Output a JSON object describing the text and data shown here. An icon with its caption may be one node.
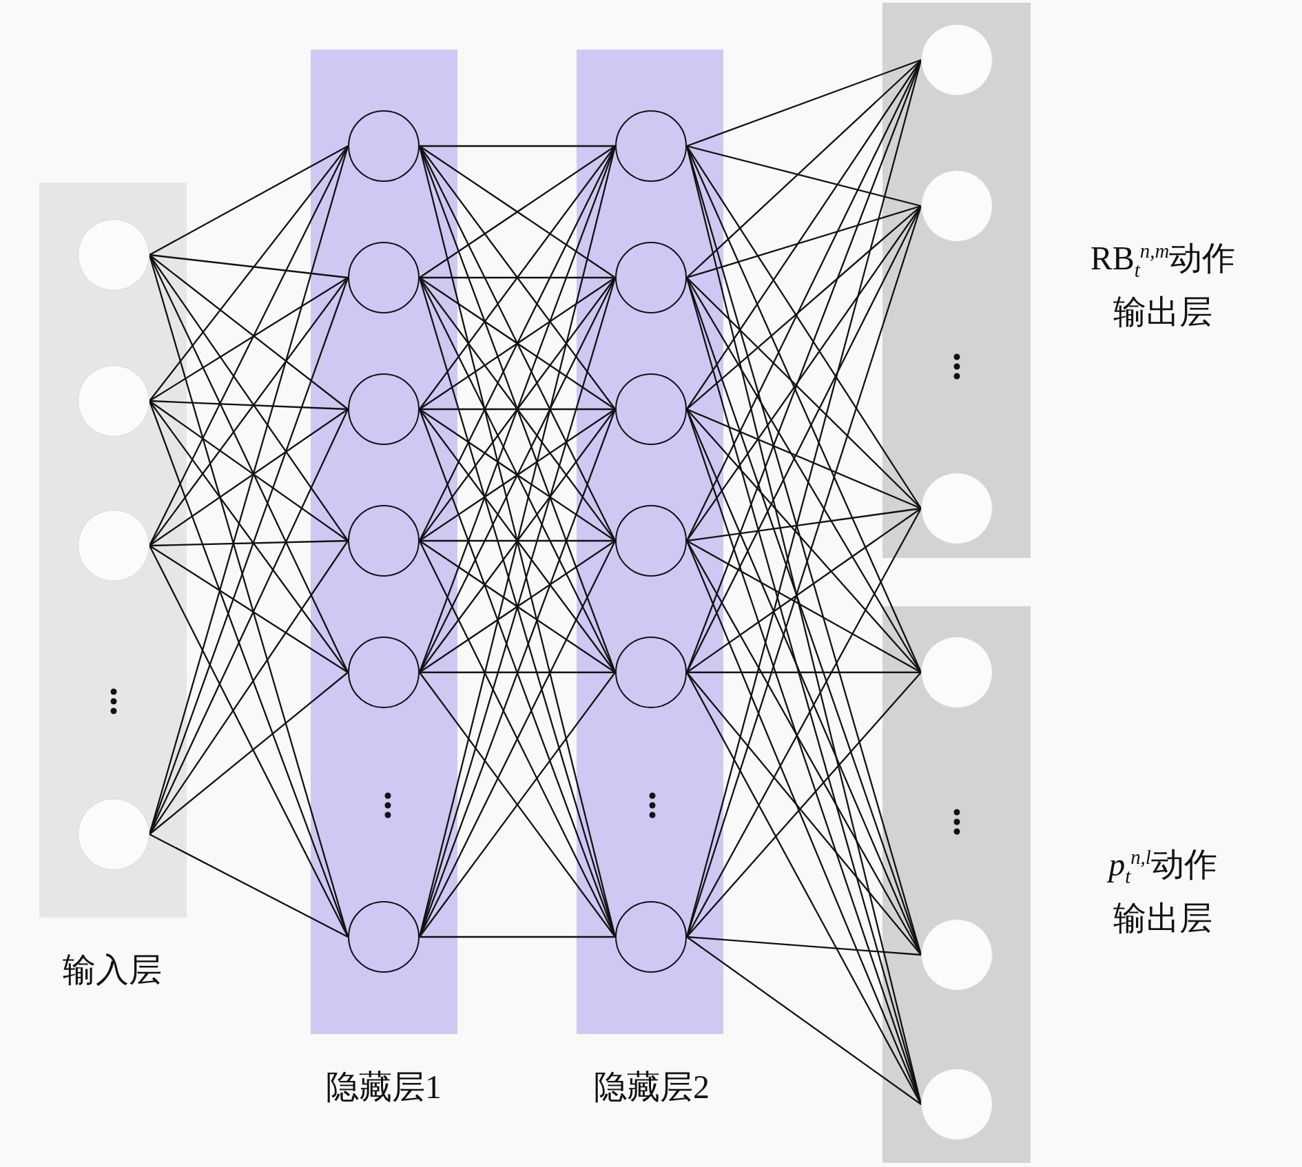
{
  "diagram": {
    "nodes": [
      {
        "text": [
          "输入层"
        ]
      },
      {
        "text": [],
        "shape": "circle",
        "in": 0
      },
      {
        "text": [],
        "shape": "circle",
        "in": 0
      },
      {
        "text": [],
        "shape": "circle",
        "in": 0
      },
      {
        "text": [],
        "shape": "circle",
        "in": 0
      },
      {
        "text": [
          "隐藏层1"
        ]
      },
      {
        "text": [],
        "shape": "circle",
        "in": 5
      },
      {
        "text": [],
        "shape": "circle",
        "in": 5
      },
      {
        "text": [],
        "shape": "circle",
        "in": 5
      },
      {
        "text": [],
        "shape": "circle",
        "in": 5
      },
      {
        "text": [],
        "shape": "circle",
        "in": 5
      },
      {
        "text": [],
        "shape": "circle",
        "in": 5
      },
      {
        "text": [
          "隐藏层2"
        ]
      },
      {
        "text": [],
        "shape": "circle",
        "in": 12
      },
      {
        "text": [],
        "shape": "circle",
        "in": 12
      },
      {
        "text": [],
        "shape": "circle",
        "in": 12
      },
      {
        "text": [],
        "shape": "circle",
        "in": 12
      },
      {
        "text": [],
        "shape": "circle",
        "in": 12
      },
      {
        "text": [],
        "shape": "circle",
        "in": 12
      },
      {
        "text": [
          "RB$_{t}$$^{n,m}$动作",
          "输出层"
        ]
      },
      {
        "text": [],
        "shape": "circle",
        "in": 19
      },
      {
        "text": [],
        "shape": "circle",
        "in": 19
      },
      {
        "text": [],
        "shape": "circle",
        "in": 19
      },
      {
        "text": [
          "*p*$_{t}$$^{n,l}$动作",
          "输出层"
        ]
      },
      {
        "text": [],
        "shape": "circle",
        "in": 23
      },
      {
        "text": [],
        "shape": "circle",
        "in": 23
      },
      {
        "text": [],
        "shape": "circle",
        "in": 23
      }
    ],
    "edges": [
      {
        "from": 1,
        "to": 6,
        "arrow": "none"
      },
      {
        "from": 1,
        "to": 7,
        "arrow": "none"
      },
      {
        "from": 1,
        "to": 8,
        "arrow": "none"
      },
      {
        "from": 1,
        "to": 9,
        "arrow": "none"
      },
      {
        "from": 1,
        "to": 10,
        "arrow": "none"
      },
      {
        "from": 1,
        "to": 11,
        "arrow": "none"
      },
      {
        "from": 2,
        "to": 6,
        "arrow": "none"
      },
      {
        "from": 2,
        "to": 7,
        "arrow": "none"
      },
      {
        "from": 2,
        "to": 8,
        "arrow": "none"
      },
      {
        "from": 2,
        "to": 9,
        "arrow": "none"
      },
      {
        "from": 2,
        "to": 10,
        "arrow": "none"
      },
      {
        "from": 2,
        "to": 11,
        "arrow": "none"
      },
      {
        "from": 3,
        "to": 6,
        "arrow": "none"
      },
      {
        "from": 3,
        "to": 7,
        "arrow": "none"
      },
      {
        "from": 3,
        "to": 8,
        "arrow": "none"
      },
      {
        "from": 3,
        "to": 9,
        "arrow": "none"
      },
      {
        "from": 3,
        "to": 10,
        "arrow": "none"
      },
      {
        "from": 3,
        "to": 11,
        "arrow": "none"
      },
      {
        "from": 4,
        "to": 6,
        "arrow": "none"
      },
      {
        "from": 4,
        "to": 7,
        "arrow": "none"
      },
      {
        "from": 4,
        "to": 8,
        "arrow": "none"
      },
      {
        "from": 4,
        "to": 9,
        "arrow": "none"
      },
      {
        "from": 4,
        "to": 10,
        "arrow": "none"
      },
      {
        "from": 4,
        "to": 11,
        "arrow": "none"
      },
      {
        "from": 6,
        "to": 13,
        "arrow": "none"
      },
      {
        "from": 6,
        "to": 14,
        "arrow": "none"
      },
      {
        "from": 6,
        "to": 15,
        "arrow": "none"
      },
      {
        "from": 6,
        "to": 16,
        "arrow": "none"
      },
      {
        "from": 6,
        "to": 17,
        "arrow": "none"
      },
      {
        "from": 6,
        "to": 18,
        "arrow": "none"
      },
      {
        "from": 7,
        "to": 13,
        "arrow": "none"
      },
      {
        "from": 7,
        "to": 14,
        "arrow": "none"
      },
      {
        "from": 7,
        "to": 15,
        "arrow": "none"
      },
      {
        "from": 7,
        "to": 16,
        "arrow": "none"
      },
      {
        "from": 7,
        "to": 17,
        "arrow": "none"
      },
      {
        "from": 7,
        "to": 18,
        "arrow": "none"
      },
      {
        "from": 8,
        "to": 13,
        "arrow": "none"
      },
      {
        "from": 8,
        "to": 14,
        "arrow": "none"
      },
      {
        "from": 8,
        "to": 15,
        "arrow": "none"
      },
      {
        "from": 8,
        "to": 16,
        "arrow": "none"
      },
      {
        "from": 8,
        "to": 17,
        "arrow": "none"
      },
      {
        "from": 8,
        "to": 18,
        "arrow": "none"
      },
      {
        "from": 9,
        "to": 13,
        "arrow": "none"
      },
      {
        "from": 9,
        "to": 14,
        "arrow": "none"
      },
      {
        "from": 9,
        "to": 15,
        "arrow": "none"
      },
      {
        "from": 9,
        "to": 16,
        "arrow": "none"
      },
      {
        "from": 9,
        "to": 17,
        "arrow": "none"
      },
      {
        "from": 9,
        "to": 18,
        "arrow": "none"
      },
      {
        "from": 10,
        "to": 13,
        "arrow": "none"
      },
      {
        "from": 10,
        "to": 14,
        "arrow": "none"
      },
      {
        "from": 10,
        "to": 15,
        "arrow": "none"
      },
      {
        "from": 10,
        "to": 16,
        "arrow": "none"
      },
      {
        "from": 10,
        "to": 17,
        "arrow": "none"
      },
      {
        "from": 10,
        "to": 18,
        "arrow": "none"
      },
      {
        "from": 11,
        "to": 13,
        "arrow": "none"
      },
      {
        "from": 11,
        "to": 14,
        "arrow": "none"
      },
      {
        "from": 11,
        "to": 15,
        "arrow": "none"
      },
      {
        "from": 11,
        "to": 16,
        "arrow": "none"
      },
      {
        "from": 11,
        "to": 17,
        "arrow": "none"
      },
      {
        "from": 11,
        "to": 18,
        "arrow": "none"
      },
      {
        "from": 13,
        "to": 20,
        "arrow": "none"
      },
      {
        "from": 13,
        "to": 21,
        "arrow": "none"
      },
      {
        "from": 13,
        "to": 22,
        "arrow": "none"
      },
      {
        "from": 13,
        "to": 24,
        "arrow": "none"
      },
      {
        "from": 13,
        "to": 25,
        "arrow": "none"
      },
      {
        "from": 13,
        "to": 26,
        "arrow": "none"
      },
      {
        "from": 14,
        "to": 20,
        "arrow": "none"
      },
      {
        "from": 14,
        "to": 21,
        "arrow": "none"
      },
      {
        "from": 14,
        "to": 22,
        "arrow": "none"
      },
      {
        "from": 14,
        "to": 24,
        "arrow": "none"
      },
      {
        "from": 14,
        "to": 25,
        "arrow": "none"
      },
      {
        "from": 14,
        "to": 26,
        "arrow": "none"
      },
      {
        "from": 15,
        "to": 20,
        "arrow": "none"
      },
      {
        "from": 15,
        "to": 21,
        "arrow": "none"
      },
      {
        "from": 15,
        "to": 22,
        "arrow": "none"
      },
      {
        "from": 15,
        "to": 24,
        "arrow": "none"
      },
      {
        "from": 15,
        "to": 25,
        "arrow": "none"
      },
      {
        "from": 15,
        "to": 26,
        "arrow": "none"
      },
      {
        "from": 16,
        "to": 20,
        "arrow": "none"
      },
      {
        "from": 16,
        "to": 21,
        "arrow": "none"
      },
      {
        "from": 16,
        "to": 22,
        "arrow": "none"
      },
      {
        "from": 16,
        "to": 24,
        "arrow": "none"
      },
      {
        "from": 16,
        "to": 25,
        "arrow": "none"
      },
      {
        "from": 16,
        "to": 26,
        "arrow": "none"
      },
      {
        "from": 17,
        "to": 20,
        "arrow": "none"
      },
      {
        "from": 17,
        "to": 21,
        "arrow": "none"
      },
      {
        "from": 17,
        "to": 22,
        "arrow": "none"
      },
      {
        "from": 17,
        "to": 24,
        "arrow": "none"
      },
      {
        "from": 17,
        "to": 25,
        "arrow": "none"
      },
      {
        "from": 17,
        "to": 26,
        "arrow": "none"
      },
      {
        "from": 18,
        "to": 20,
        "arrow": "none"
      },
      {
        "from": 18,
        "to": 21,
        "arrow": "none"
      },
      {
        "from": 18,
        "to": 22,
        "arrow": "none"
      },
      {
        "from": 18,
        "to": 24,
        "arrow": "none"
      },
      {
        "from": 18,
        "to": 25,
        "arrow": "none"
      },
      {
        "from": 18,
        "to": 26,
        "arrow": "none"
      }
    ]
  }
}
